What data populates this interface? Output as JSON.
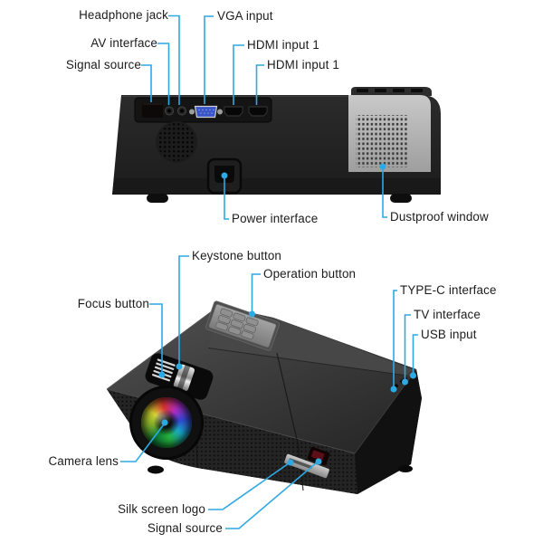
{
  "colors": {
    "background": "#ffffff",
    "leader_line": "#2fa9e2",
    "label_text": "#1b1b1b",
    "projector_body": "#222222",
    "dustproof_panel": "#b9b9b9",
    "vga_port_blue": "#3a55c8",
    "lens_iridescence": [
      "#0c7d38",
      "#7fae2c",
      "#d2d22f",
      "#d8342c",
      "#b12cc4",
      "#3246d0",
      "#18a8c8"
    ]
  },
  "back_view_labels": {
    "headphone_jack": "Headphone jack",
    "av_interface": "AV interface",
    "signal_source": "Signal source",
    "vga_input": "VGA input",
    "hdmi_input_1": "HDMI input 1",
    "hdmi_input_2": "HDMI input 1",
    "power_interface": "Power interface",
    "dustproof_window": "Dustproof window"
  },
  "front_view_labels": {
    "keystone_button": "Keystone button",
    "operation_button": "Operation button",
    "focus_button": "Focus button",
    "type_c_interface": "TYPE-C interface",
    "tv_interface": "TV interface",
    "usb_input": "USB input",
    "camera_lens": "Camera lens",
    "silk_screen_logo": "Silk screen logo",
    "signal_source": "Signal source"
  }
}
